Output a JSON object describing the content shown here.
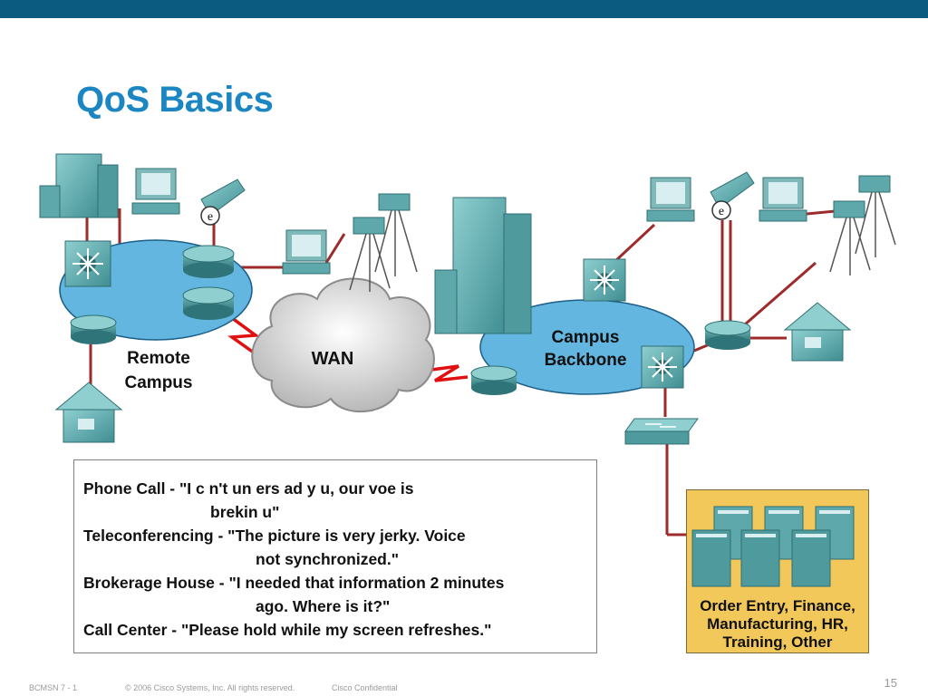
{
  "slide": {
    "title": "QoS Basics",
    "accent_color": "#0b5a80",
    "title_color": "#1b86c2"
  },
  "diagram": {
    "remote_campus_label": [
      "Remote",
      "Campus"
    ],
    "wan_label": "WAN",
    "campus_backbone_label": [
      "Campus",
      "Backbone"
    ],
    "cloud_color": "#62b6df",
    "link_color": "#9e2b2b",
    "wan_link_color": "#e01010",
    "icons": [
      "building-icon",
      "pc-icon",
      "ip-phone-icon",
      "video-camera-icon",
      "router-icon",
      "switch-icon",
      "house-icon",
      "server-icon"
    ]
  },
  "quotes": [
    {
      "speaker_line": "Phone Call - \"I c n't un ers ad y u, our voe is",
      "continuation": "brekin u\"",
      "indent": 140
    },
    {
      "speaker_line": "Teleconferencing - \"The picture is very jerky. Voice",
      "continuation": "not synchronized.\"",
      "indent": 190
    },
    {
      "speaker_line": "Brokerage House - \"I needed that information 2 minutes",
      "continuation": "ago. Where is it?\"",
      "indent": 190
    },
    {
      "speaker_line": "Call Center - \"Please hold while my screen refreshes.\"",
      "continuation": null,
      "indent": 0
    }
  ],
  "apps_box": {
    "label_lines": [
      "Order Entry, Finance,",
      "Manufacturing, HR,",
      "Training, Other"
    ],
    "fill_color": "#f2c85b"
  },
  "footer": {
    "course": "BCMSN 7 - 1",
    "copyright": "© 2006 Cisco Systems, Inc. All rights reserved.",
    "confidential": "Cisco Confidential",
    "page_number": "15"
  }
}
